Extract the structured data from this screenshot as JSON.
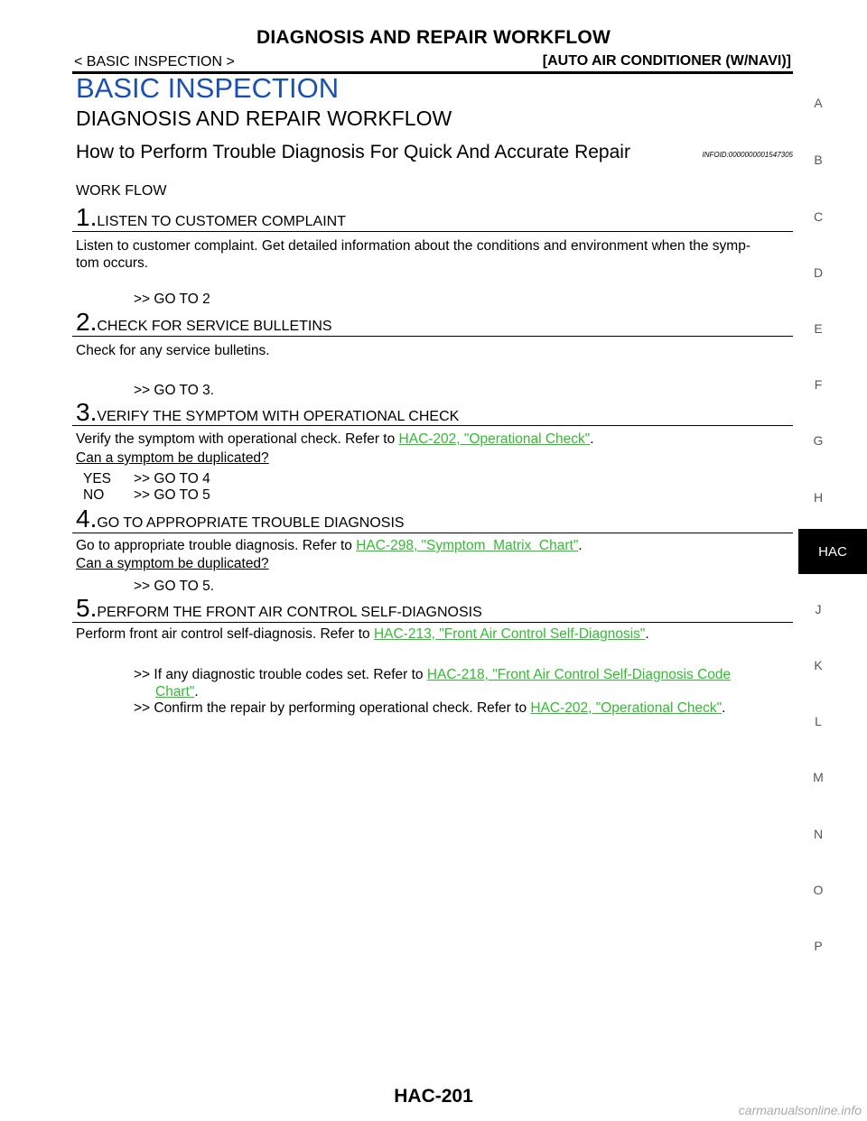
{
  "header": {
    "title": "DIAGNOSIS AND REPAIR WORKFLOW",
    "left": "< BASIC INSPECTION >",
    "right": "[AUTO AIR CONDITIONER (W/NAVI)]"
  },
  "section_title": "BASIC INSPECTION",
  "subsection_title": "DIAGNOSIS AND REPAIR WORKFLOW",
  "procedure_title": "How to Perform Trouble Diagnosis For Quick And Accurate Repair",
  "infoid": "INFOID:0000000001547305",
  "workflow_label": "WORK FLOW",
  "steps": [
    {
      "num": "1.",
      "title": "LISTEN TO CUSTOMER COMPLAINT",
      "body": "Listen to customer complaint. Get detailed information about the conditions and environment when the symp-",
      "body2": "tom occurs.",
      "goto": ">> GO TO 2"
    },
    {
      "num": "2.",
      "title": "CHECK FOR SERVICE BULLETINS",
      "body": "Check for any service bulletins.",
      "goto": ">> GO TO 3."
    },
    {
      "num": "3.",
      "title": "VERIFY THE SYMPTOM WITH OPERATIONAL CHECK",
      "body_pre": "Verify the symptom with operational check. Refer to ",
      "link": "HAC-202, \"Operational Check\"",
      "body_post": ".",
      "question": "Can a symptom be duplicated?",
      "yes_label": "YES",
      "yes_goto": ">> GO TO 4",
      "no_label": "NO",
      "no_goto": ">> GO TO 5"
    },
    {
      "num": "4.",
      "title": "GO TO APPROPRIATE TROUBLE DIAGNOSIS",
      "body_pre": "Go to appropriate trouble diagnosis. Refer to ",
      "link": "HAC-298, \"Symptom  Matrix  Chart\"",
      "body_post": ".",
      "question": "Can a symptom be duplicated?",
      "goto": ">> GO TO 5."
    },
    {
      "num": "5.",
      "title": "PERFORM THE FRONT AIR CONTROL SELF-DIAGNOSIS",
      "body_pre": "Perform front air control self-diagnosis. Refer to ",
      "link": "HAC-213, \"Front Air Control Self-Diagnosis\"",
      "body_post": ".",
      "r1_pre": ">> If any diagnostic trouble codes set. Refer to ",
      "r1_link": "HAC-218, \"Front Air Control Self-Diagnosis Code",
      "r1_link2": "Chart\"",
      "r1_post": ".",
      "r2_pre": ">> Confirm the repair by performing operational check. Refer to ",
      "r2_link": "HAC-202, \"Operational Check\"",
      "r2_post": "."
    }
  ],
  "side_index": [
    "A",
    "B",
    "C",
    "D",
    "E",
    "F",
    "G",
    "H",
    "J",
    "K",
    "L",
    "M",
    "N",
    "O",
    "P"
  ],
  "side_tab": "HAC",
  "page_number": "HAC-201",
  "watermark": "carmanualsonline.info"
}
